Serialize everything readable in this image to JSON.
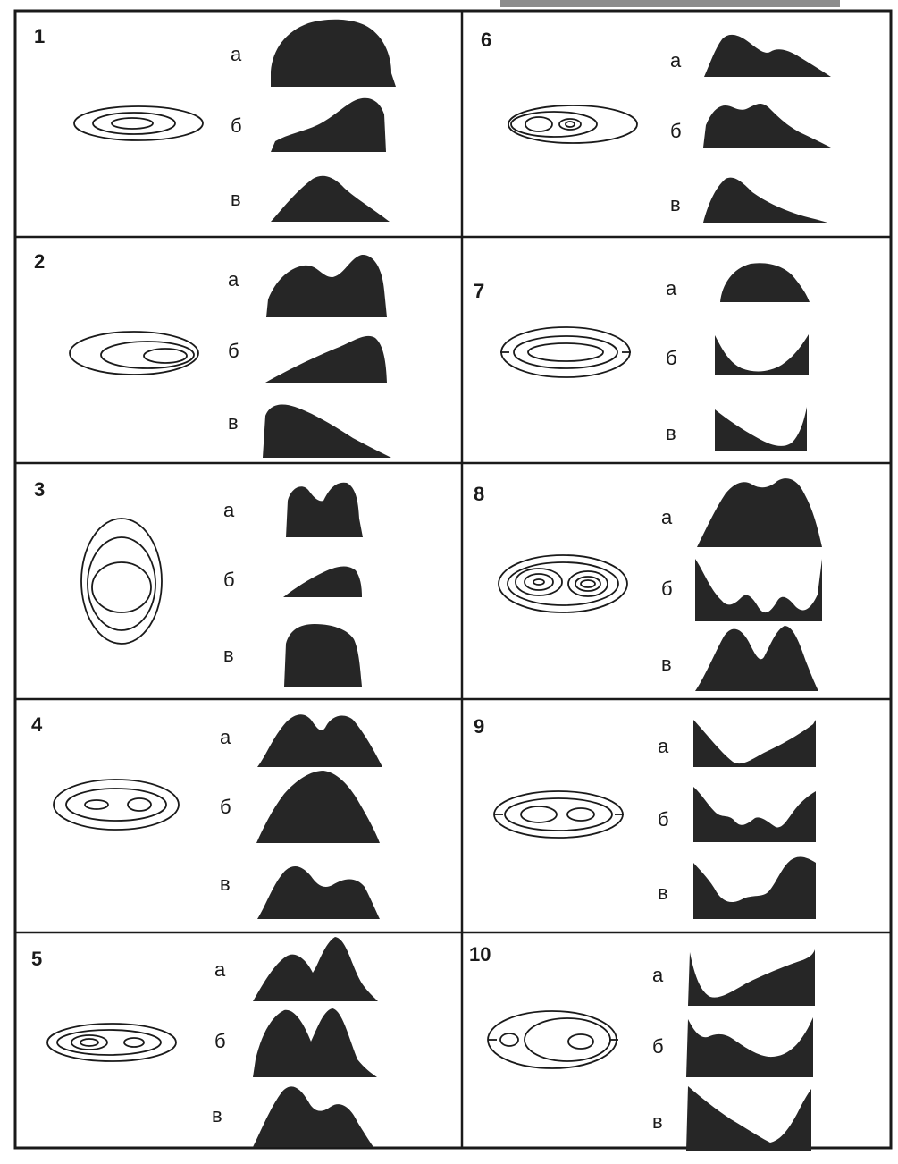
{
  "colors": {
    "ink": "#1a1a1a",
    "paper": "#ffffff",
    "fill": "#262626"
  },
  "option_labels": [
    "а",
    "б",
    "в"
  ],
  "panels": [
    {
      "number": "1",
      "contour": "nested-ellipses-centered",
      "profiles": [
        "flat-dome",
        "rising-right-peak",
        "left-peak-slope"
      ]
    },
    {
      "number": "2",
      "contour": "nested-ellipses-right",
      "profiles": [
        "double-peak-right-higher",
        "ramp-up",
        "ramp-down"
      ]
    },
    {
      "number": "3",
      "contour": "vertical-ellipses",
      "profiles": [
        "narrow-double-peak",
        "small-rise",
        "tall-dome"
      ]
    },
    {
      "number": "4",
      "contour": "two-hills",
      "profiles": [
        "double-peak",
        "single-peak",
        "double-peak-lower"
      ]
    },
    {
      "number": "5",
      "contour": "two-hills-flat",
      "profiles": [
        "double-peak-right-higher",
        "double-peak-equal",
        "double-peak-left-higher"
      ]
    },
    {
      "number": "6",
      "contour": "two-hills-left",
      "profiles": [
        "left-peak-descent",
        "double-peak-descent",
        "single-peak-descent"
      ]
    },
    {
      "number": "7",
      "contour": "ridge-with-saddle",
      "profiles": [
        "small-dome",
        "valley",
        "valley-right"
      ]
    },
    {
      "number": "8",
      "contour": "two-concentric-hills",
      "profiles": [
        "wide-double-top",
        "valley-double-dip",
        "twin-peaks"
      ]
    },
    {
      "number": "9",
      "contour": "basin-with-hills",
      "profiles": [
        "v-valley",
        "valley-bump",
        "valley-wobble"
      ]
    },
    {
      "number": "10",
      "contour": "basin-with-ridge",
      "profiles": [
        "steep-valley",
        "wavy-valley",
        "deep-valley-right"
      ]
    }
  ]
}
